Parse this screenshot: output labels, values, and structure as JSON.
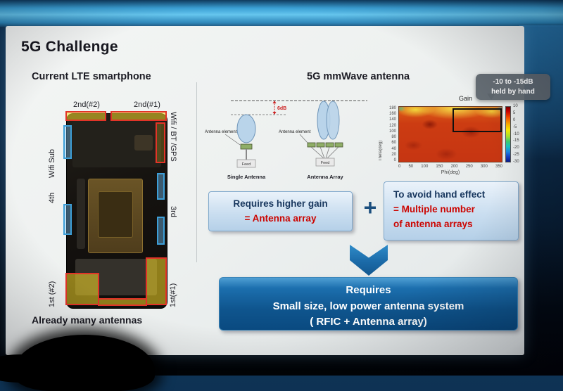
{
  "slide": {
    "title": "5G Challenge",
    "left": {
      "heading": "Current LTE smartphone",
      "caption": "Already many antennas",
      "labels": {
        "top_left": "2nd(#2)",
        "top_right": "2nd(#1)",
        "left_top": "Wifi Sub",
        "left_mid": "4th",
        "right_top": "Wifi / BT /GPS",
        "right_mid": "3rd",
        "bottom_left": "1st (#2)",
        "bottom_right": "1st(#1)"
      }
    },
    "right": {
      "heading": "5G mmWave antenna",
      "diagram": {
        "element_label_left": "Antenna element",
        "element_label_right": "Antenna element",
        "gain_diff": "6dB",
        "feed_left": "Feed",
        "feed_right": "Feed",
        "caption_single": "Single Antenna",
        "caption_array": "Antenna Array"
      },
      "heatmap": {
        "gain_label": "Gain",
        "theta_label": "Theta(deg)",
        "phi_label": "Phi(deg)",
        "x_ticks": [
          "0",
          "50",
          "100",
          "150",
          "200",
          "250",
          "300",
          "350"
        ],
        "y_ticks": [
          "180",
          "160",
          "140",
          "120",
          "100",
          "80",
          "60",
          "40",
          "20",
          "0"
        ],
        "colorbar_ticks": [
          "10",
          "5",
          "0",
          "-5",
          "-10",
          "-15",
          "-20",
          "-25",
          "-30"
        ]
      },
      "tooltip": {
        "line1": "-10 to -15dB",
        "line2": "held by hand"
      },
      "callout_gain": {
        "line1": "Requires higher gain",
        "line2": "= Antenna array"
      },
      "plus": "+",
      "callout_hand": {
        "line1": "To avoid hand effect",
        "line2": "= Multiple number",
        "line3": "of antenna arrays"
      },
      "conclusion": {
        "line1": "Requires",
        "line2": "Small size, low power antenna system",
        "line3": "( RFIC + Antenna array)"
      }
    }
  }
}
